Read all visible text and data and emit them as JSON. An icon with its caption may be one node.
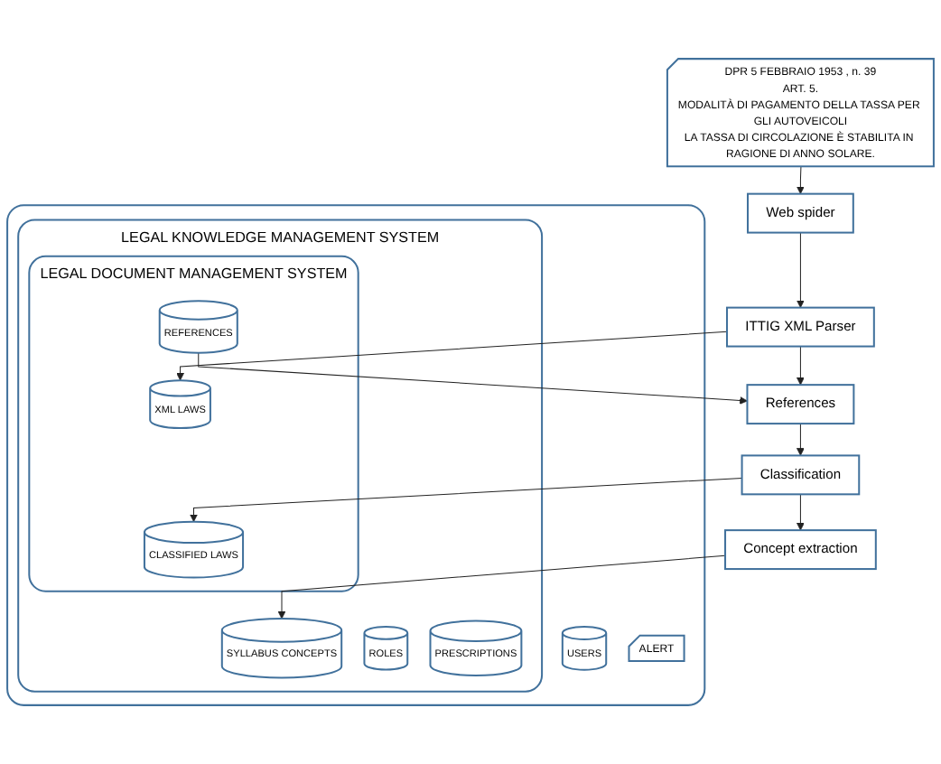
{
  "diagram": {
    "nodes": [
      {
        "text": [
          "DPR 5 FEBBRAIO 1953 , n. 39",
          "ART. 5.",
          "MODALITÀ DI PAGAMENTO DELLA TASSA PER GLI AUTOVEICOLI",
          "LA TASSA DI CIRCOLAZIONE È STABILITA IN RAGIONE DI ANNO SOLARE."
        ]
      },
      {
        "text": [
          "Web spider"
        ]
      },
      {
        "text": [
          "ITTIG XML Parser"
        ]
      },
      {
        "text": [
          "References"
        ]
      },
      {
        "text": [
          "Classification"
        ]
      },
      {
        "text": [
          "Concept extraction"
        ]
      },
      {
        "text": [],
        "shape": "box"
      },
      {
        "text": [
          "LEGAL KNOWLEDGE MANAGEMENT SYSTEM"
        ],
        "in": 6
      },
      {
        "text": [
          "LEGAL DOCUMENT MANAGEMENT SYSTEM"
        ],
        "in": 7
      },
      {
        "text": [
          "XML LAWS"
        ],
        "in": 8
      },
      {
        "text": [
          "REFERENCES"
        ],
        "in": 8
      },
      {
        "text": [
          "CLASSIFIED LAWS"
        ],
        "in": 8
      },
      {
        "text": [
          "SYLLABUS CONCEPTS"
        ],
        "in": 7
      },
      {
        "text": [
          "ROLES"
        ],
        "in": 7
      },
      {
        "text": [
          "PRESCRIPTIONS"
        ],
        "in": 7
      },
      {
        "text": [
          "USERS"
        ],
        "in": 6
      },
      {
        "text": [
          "ALERT"
        ],
        "in": 6
      }
    ],
    "edges": [
      {
        "from": 0,
        "to": 1,
        "arrow": "to"
      },
      {
        "from": 1,
        "to": 2,
        "arrow": "to"
      },
      {
        "from": 2,
        "to": 3,
        "arrow": "to"
      },
      {
        "from": 3,
        "to": 4,
        "arrow": "to"
      },
      {
        "from": 4,
        "to": 5,
        "arrow": "to"
      },
      {
        "from": 2,
        "to": 9,
        "arrow": "to"
      },
      {
        "from": 10,
        "to": 3,
        "arrow": "to"
      },
      {
        "from": 4,
        "to": 11,
        "arrow": "to"
      },
      {
        "from": 5,
        "to": 12,
        "arrow": "to"
      }
    ]
  }
}
